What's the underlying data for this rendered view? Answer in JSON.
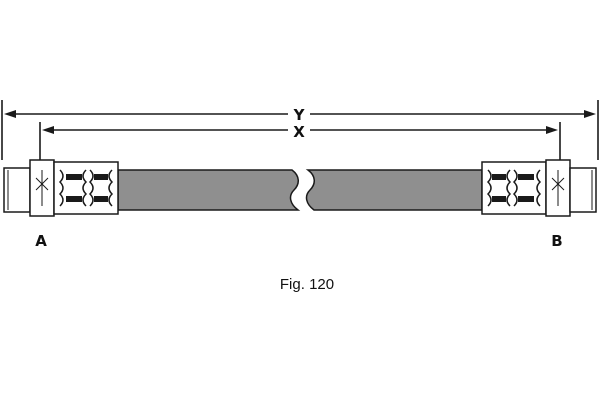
{
  "diagram": {
    "dimensions": {
      "overall": "Y",
      "inner": "X"
    },
    "ends": {
      "left": "A",
      "right": "B"
    },
    "caption": "Fig. 120",
    "colors": {
      "hose": "#8f8f8f",
      "line": "#1a1a1a",
      "background": "#ffffff"
    }
  }
}
